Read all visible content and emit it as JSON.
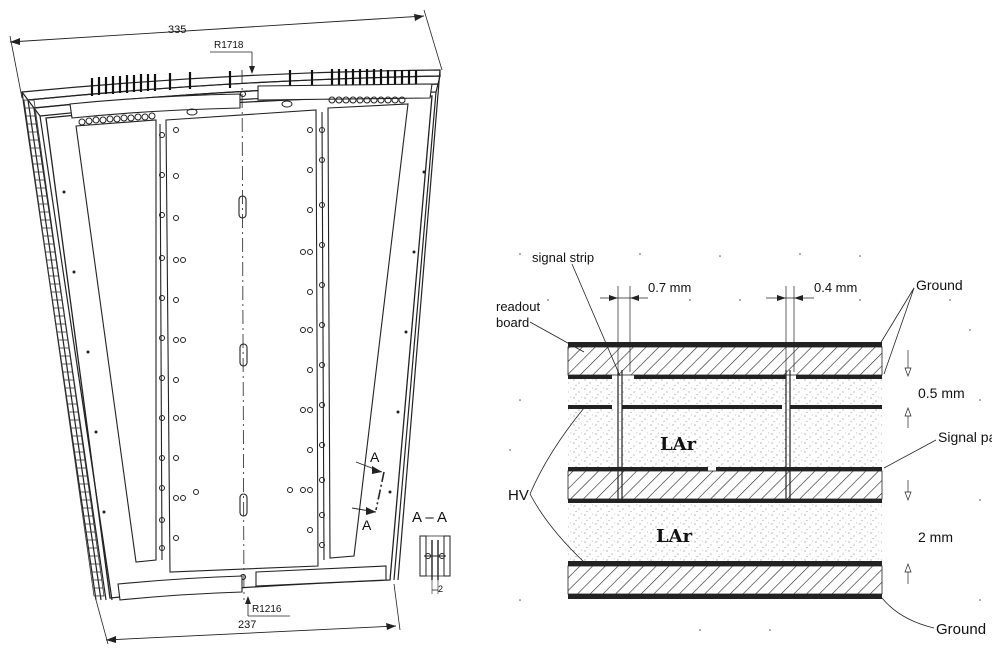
{
  "left_drawing": {
    "dim_top": "335",
    "dim_bottom": "237",
    "radius_top": "R1718",
    "radius_bottom": "R1216",
    "section_marker": "A",
    "section_title": "A – A",
    "section_dim": "2"
  },
  "right_drawing": {
    "signal_strip": "signal strip",
    "readout_board_line1": "readout",
    "readout_board_line2": "board",
    "dim_strip_gap": "0.7 mm",
    "dim_pad_gap": "0.4 mm",
    "ground_top": "Ground",
    "dim_board_gap": "0.5 mm",
    "signal_pad": "Signal pad",
    "dim_lar_gap": "2 mm",
    "hv": "HV",
    "lar_upper": "LAr",
    "lar_lower": "LAr",
    "ground_bottom": "Ground"
  }
}
